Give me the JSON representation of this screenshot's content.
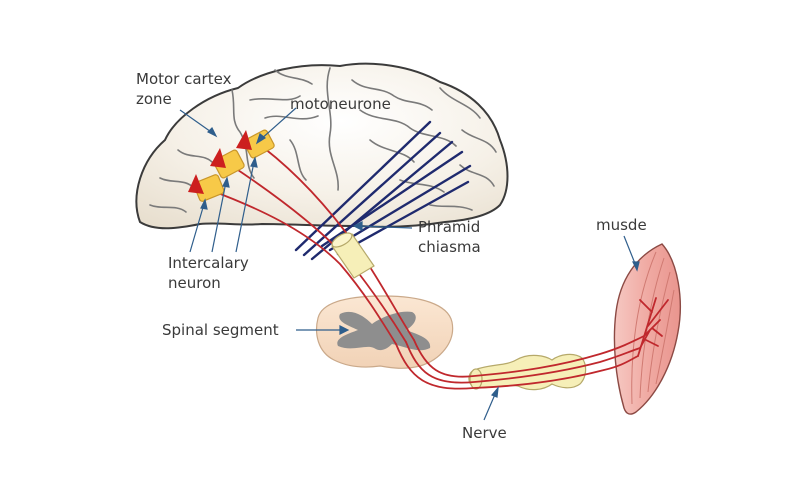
{
  "labels": {
    "motor_cortex_zone": [
      "Motor cartex",
      "zone"
    ],
    "motoneurone": "motoneurone",
    "pyramid_chiasma": [
      "Phramid",
      "chiasma"
    ],
    "intercalary_neuron": [
      "Intercalary",
      "neuron"
    ],
    "spinal_segment": "Spinal segment",
    "muscle": "musde",
    "nerve": "Nerve"
  },
  "colors": {
    "brain_fill": "#f3ede2",
    "brain_outline": "#3b3b3b",
    "sulci": "#7a7a7a",
    "pathway_red": "#c0282d",
    "tract_navy": "#1f2a6e",
    "neuron_body_yellow": "#f7c948",
    "neuron_triangle_red": "#cc1f1f",
    "nerve_bundle": "#f6efb8",
    "spinal_tissue": "#f7dfc8",
    "grey_matter": "#8e8e8e",
    "muscle_fill": "#f2b9b3",
    "label_text": "#3a3a3a",
    "leader_line": "#2f5e8c"
  }
}
